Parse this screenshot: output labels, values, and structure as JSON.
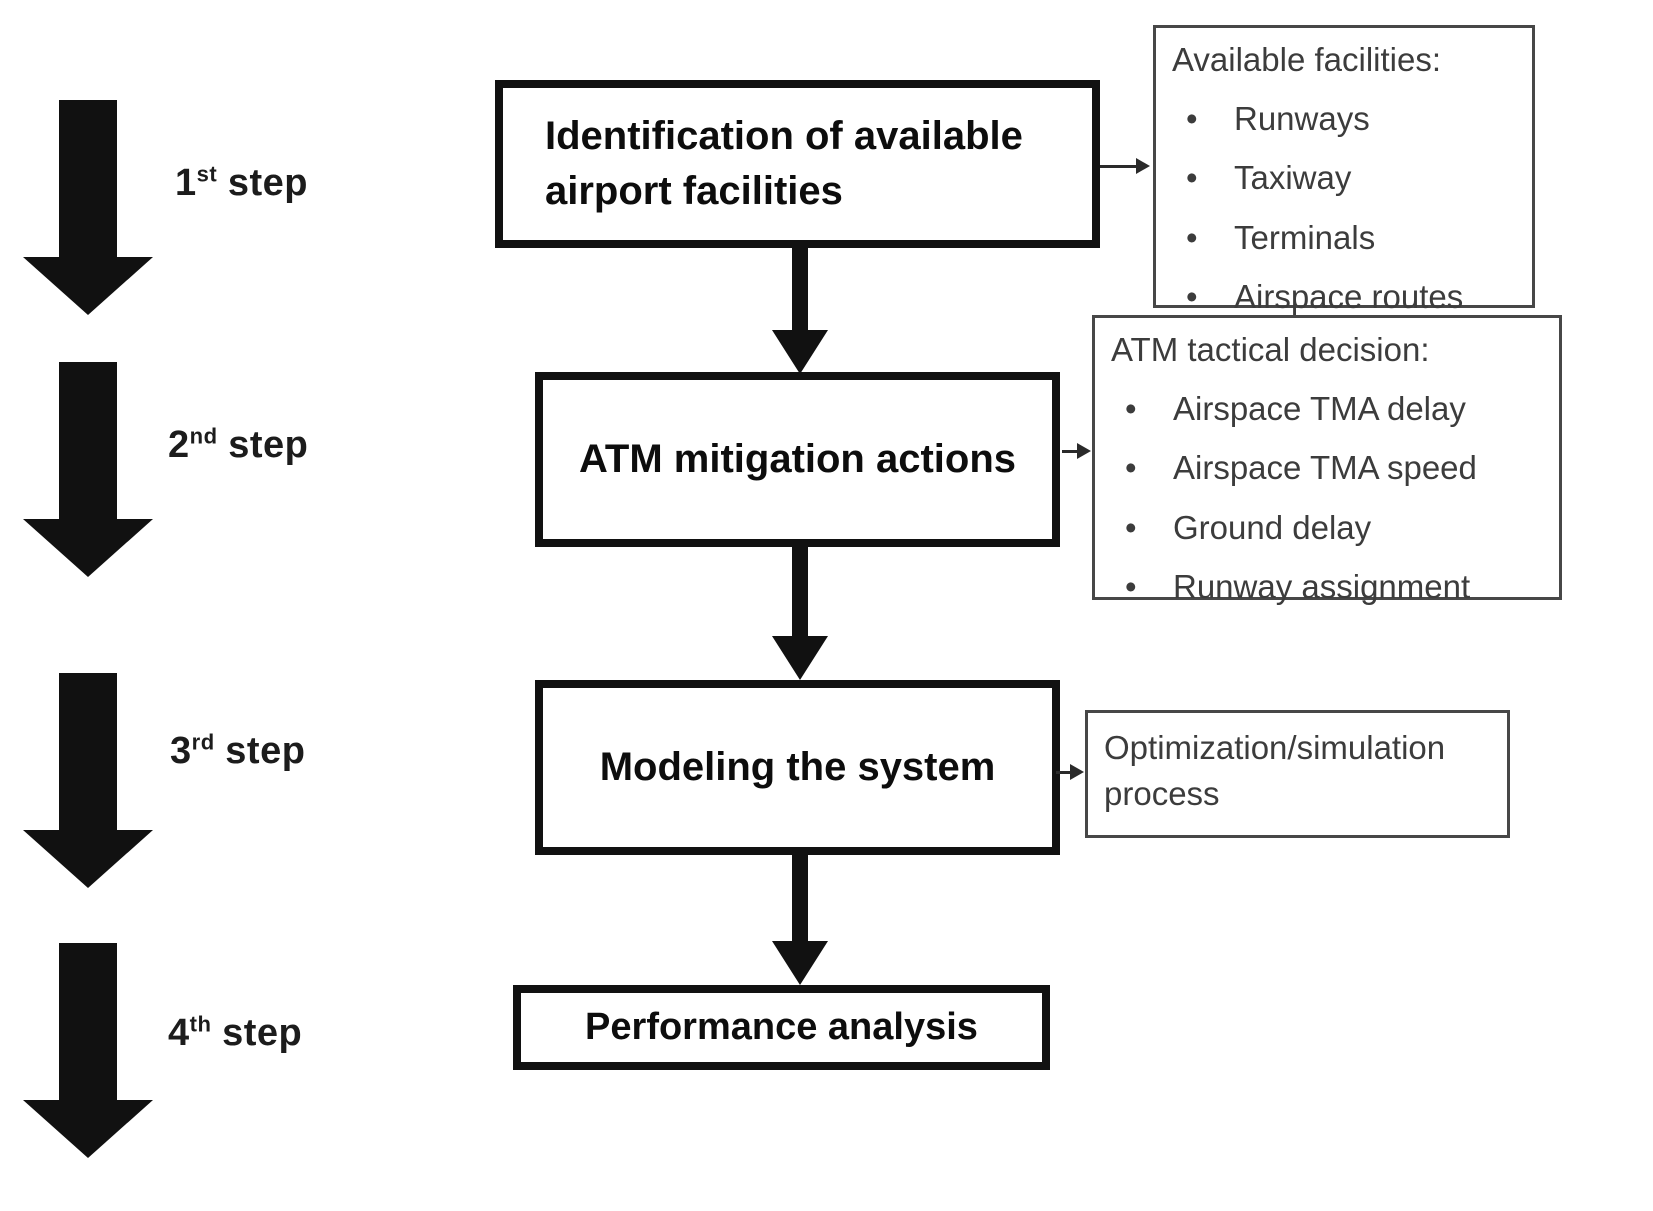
{
  "bullet_char": "•",
  "colors": {
    "ink": "#111111",
    "annotation_text": "#3c3c3c",
    "annotation_border": "#474747",
    "background": "#ffffff"
  },
  "steps": [
    {
      "number": "1",
      "ordinal": "st",
      "suffix": "step"
    },
    {
      "number": "2",
      "ordinal": "nd",
      "suffix": "step"
    },
    {
      "number": "3",
      "ordinal": "rd",
      "suffix": "step"
    },
    {
      "number": "4",
      "ordinal": "th",
      "suffix": "step"
    }
  ],
  "flow_boxes": [
    {
      "lines": [
        "Identification of available",
        "airport facilities"
      ]
    },
    {
      "lines": [
        "ATM mitigation actions"
      ]
    },
    {
      "lines": [
        "Modeling the system"
      ]
    },
    {
      "lines": [
        "Performance analysis"
      ]
    }
  ],
  "annotations": [
    {
      "title": "Available facilities:",
      "bullets": [
        "Runways",
        "Taxiway",
        "Terminals",
        "Airspace routes"
      ]
    },
    {
      "title": "ATM tactical decision:",
      "bullets": [
        "Airspace TMA delay",
        "Airspace TMA speed",
        "Ground delay",
        "Runway assignment"
      ]
    },
    {
      "title": "Optimization/simulation process",
      "bullets": []
    }
  ]
}
